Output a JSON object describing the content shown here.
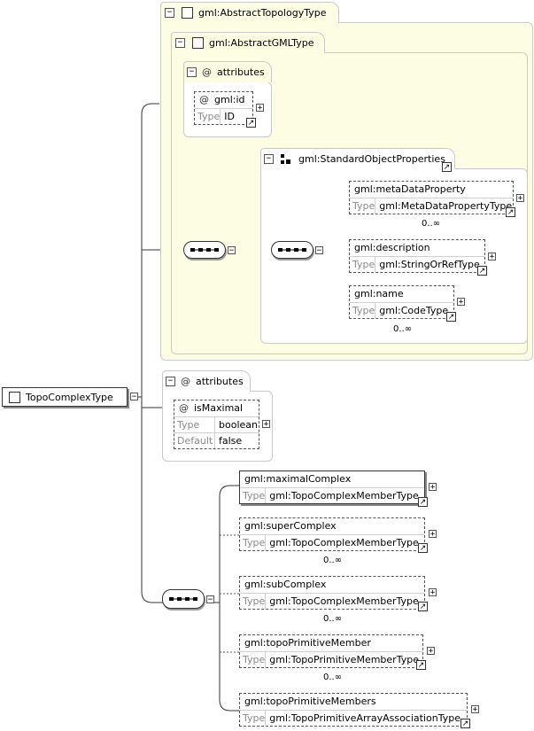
{
  "root": {
    "label": "TopoComplexType"
  },
  "abstract_topology": {
    "label": "gml:AbstractTopologyType"
  },
  "abstract_gml": {
    "label": "gml:AbstractGMLType"
  },
  "attributes_title": "attributes",
  "gml_id": {
    "name": "gml:id",
    "type_label": "Type",
    "type": "ID"
  },
  "standard_props": {
    "label": "gml:StandardObjectProperties"
  },
  "meta_data_property": {
    "name": "gml:metaDataProperty",
    "type_label": "Type",
    "type": "gml:MetaDataPropertyType",
    "mult": "0..∞"
  },
  "description": {
    "name": "gml:description",
    "type_label": "Type",
    "type": "gml:StringOrRefType"
  },
  "name": {
    "name": "gml:name",
    "type_label": "Type",
    "type": "gml:CodeType",
    "mult": "0..∞"
  },
  "is_maximal": {
    "name": "isMaximal",
    "type_label": "Type",
    "type": "boolean",
    "default_label": "Default",
    "default": "false"
  },
  "maximal_complex": {
    "name": "gml:maximalComplex",
    "type_label": "Type",
    "type": "gml:TopoComplexMemberType"
  },
  "super_complex": {
    "name": "gml:superComplex",
    "type_label": "Type",
    "type": "gml:TopoComplexMemberType",
    "mult": "0..∞"
  },
  "sub_complex": {
    "name": "gml:subComplex",
    "type_label": "Type",
    "type": "gml:TopoComplexMemberType",
    "mult": "0..∞"
  },
  "topo_primitive_member": {
    "name": "gml:topoPrimitiveMember",
    "type_label": "Type",
    "type": "gml:TopoPrimitiveMemberType",
    "mult": "0..∞"
  },
  "topo_primitive_members": {
    "name": "gml:topoPrimitiveMembers",
    "type_label": "Type",
    "type": "gml:TopoPrimitiveArrayAssociationType"
  },
  "icons": {
    "expand": "plus-icon",
    "collapse": "minus-icon",
    "link": "link-arrow-icon"
  }
}
